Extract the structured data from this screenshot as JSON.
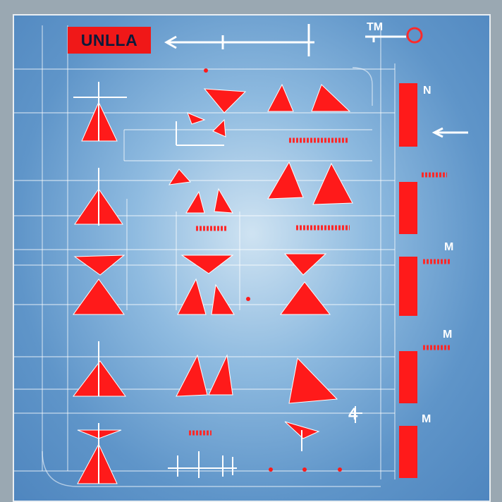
{
  "title": "UNLLA",
  "labels": {
    "top_right": "TM",
    "bar1": "N",
    "bar3": "M",
    "bar4": "M",
    "bar5": "M",
    "digit": "4"
  },
  "colors": {
    "background": "#5f95c9",
    "accent": "#ff1a1a",
    "lines": "#ffffff",
    "title_text": "#0d1a3a"
  },
  "icons": [
    "arrow-left-icon",
    "key-icon",
    "triangle-icon",
    "arrow-right-icon"
  ]
}
